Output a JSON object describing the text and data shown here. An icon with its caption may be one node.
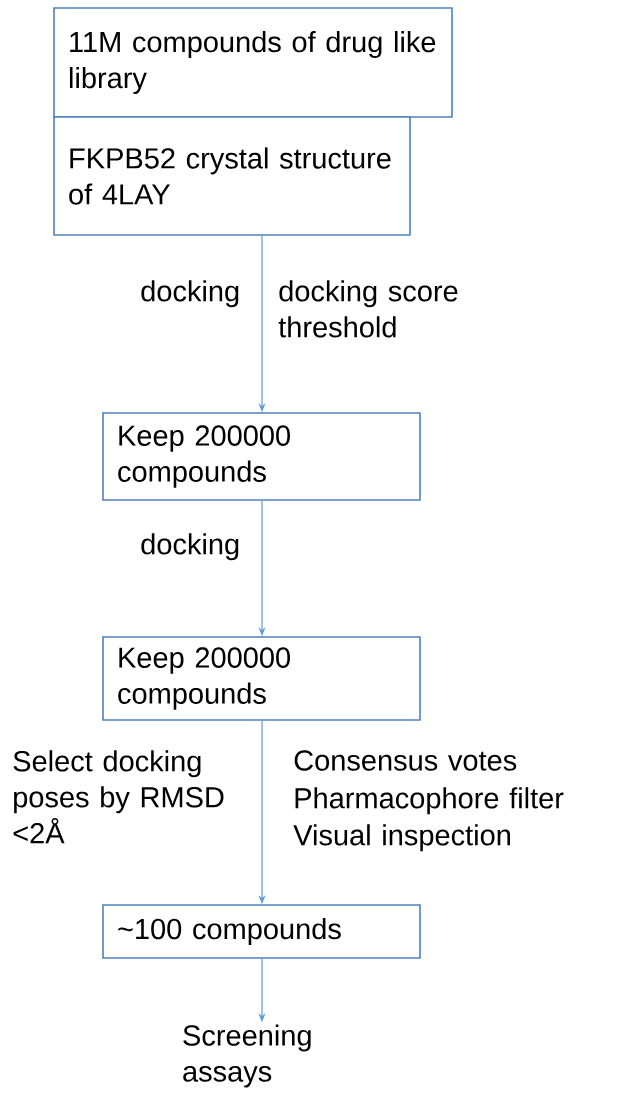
{
  "diagram": {
    "nodes": [
      {
        "text": [
          "11M compounds of drug like library"
        ]
      },
      {
        "text": [
          "FKPB52 crystal structure of 4LAY"
        ]
      },
      {
        "text": [
          "Keep 200000 compounds"
        ]
      },
      {
        "text": [
          "Keep 200000 compounds"
        ]
      },
      {
        "text": [
          "~100 compounds"
        ]
      },
      {
        "text": [
          "Screening assays"
        ]
      }
    ],
    "edges": [
      {
        "from": 1,
        "to": 2,
        "arrow": "to",
        "label": "docking"
      },
      {
        "from": 2,
        "to": 3,
        "arrow": "to",
        "label": "docking"
      },
      {
        "from": 3,
        "to": 4,
        "arrow": "to",
        "label": "Select docking poses by RMSD <2Å"
      },
      {
        "from": 4,
        "to": 5,
        "arrow": "to"
      }
    ],
    "labels": [
      "docking score threshold",
      "Consensus votes",
      "Pharmacophore filter",
      "Visual inspection"
    ]
  }
}
